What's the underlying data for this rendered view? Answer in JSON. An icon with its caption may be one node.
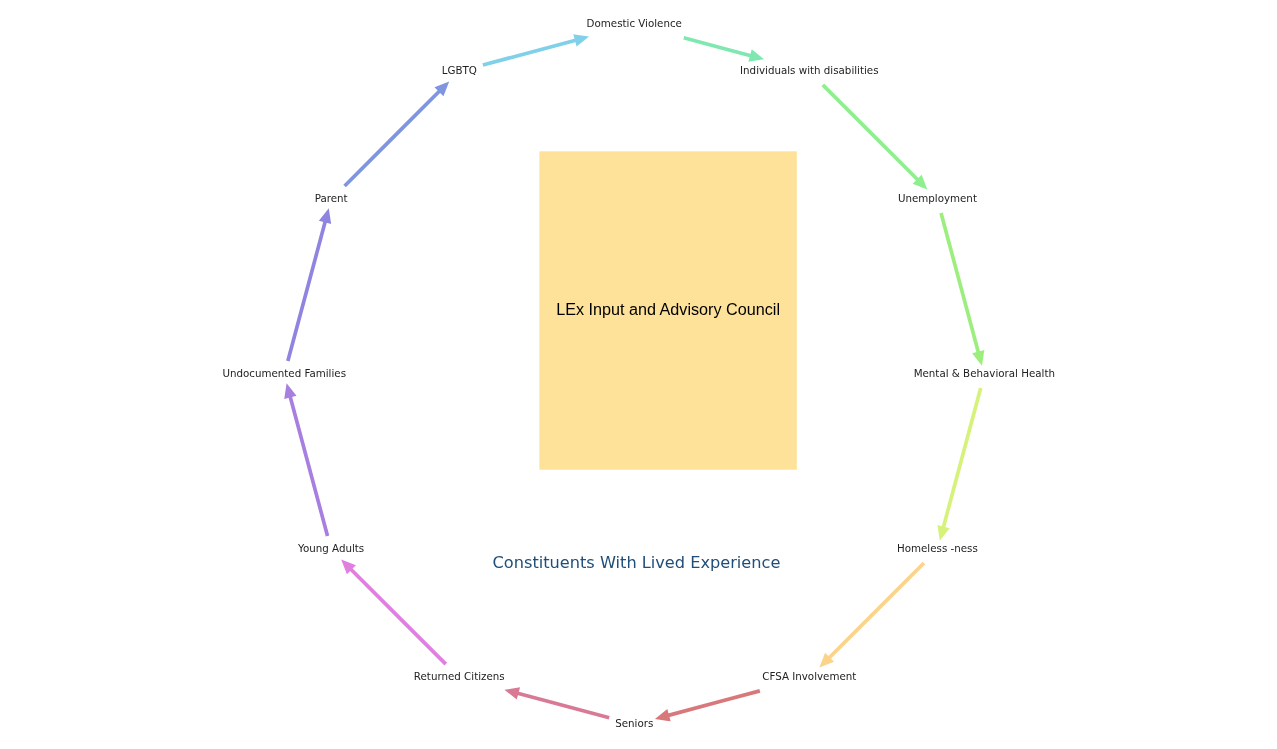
{
  "diagram": {
    "nodes": [
      {
        "text": [
          "LEx Input and Advisory Council"
        ]
      },
      {
        "text": [
          "Homeless -ness"
        ]
      },
      {
        "text": [
          "CFSA Involvement"
        ]
      },
      {
        "text": [
          "Seniors"
        ]
      },
      {
        "text": [
          "Returned Citizens"
        ]
      },
      {
        "text": [
          "Young Adults"
        ]
      },
      {
        "text": [
          "Undocumented Families"
        ]
      },
      {
        "text": [
          "Parent"
        ]
      },
      {
        "text": [
          "LGBTQ"
        ]
      },
      {
        "text": [
          "Domestic Violence"
        ]
      },
      {
        "text": [
          "Individuals with disabilities"
        ]
      },
      {
        "text": [
          "Unemployment"
        ]
      },
      {
        "text": [
          "Mental & Behavioral Health"
        ]
      }
    ],
    "edges": [
      {
        "from": 12,
        "to": 1,
        "arrow": "to",
        "color": "#d6f27a"
      },
      {
        "from": 1,
        "to": 2,
        "arrow": "to",
        "color": "#fbd38a"
      },
      {
        "from": 2,
        "to": 3,
        "arrow": "to",
        "color": "#d9787a"
      },
      {
        "from": 3,
        "to": 4,
        "arrow": "to",
        "color": "#d97a95"
      },
      {
        "from": 4,
        "to": 5,
        "arrow": "to",
        "color": "#e07fe0"
      },
      {
        "from": 5,
        "to": 6,
        "arrow": "to",
        "color": "#a77fe0"
      },
      {
        "from": 6,
        "to": 7,
        "arrow": "to",
        "color": "#8f85e0"
      },
      {
        "from": 7,
        "to": 8,
        "arrow": "to",
        "color": "#7f95e0"
      },
      {
        "from": 8,
        "to": 9,
        "arrow": "to",
        "color": "#7fd0e8"
      },
      {
        "from": 9,
        "to": 10,
        "arrow": "to",
        "color": "#7fe8b0"
      },
      {
        "from": 10,
        "to": 11,
        "arrow": "to",
        "color": "#8fef8f"
      },
      {
        "from": 11,
        "to": 12,
        "arrow": "to",
        "color": "#9cef7f"
      }
    ],
    "labels": [
      "Constituents With Lived Experience"
    ]
  }
}
